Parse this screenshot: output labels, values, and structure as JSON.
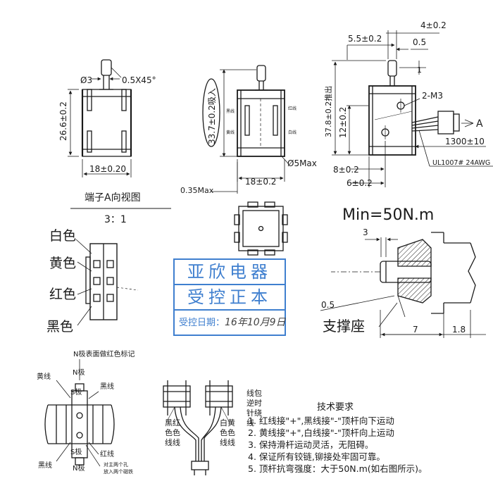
{
  "dims": {
    "d1_dia": "Ø3",
    "d1_chamfer": "0.5X45°",
    "d1_height": "26.6±0.2",
    "d1_width": "18±0.20",
    "d2_stroke": "33.7±0.2吸入",
    "d2_width": "18±0.2",
    "d2_dia": "Ø5Max",
    "d2_offset": "0.35Max",
    "d3_4": "4±0.2",
    "d3_55": "5.5±0.2",
    "d3_05": "0.5",
    "d3_1": "1",
    "d3_m3": "2-M3",
    "d3_378": "37.8±0.2推出",
    "d3_12": "12±0.2",
    "d3_8": "8±0.2",
    "d3_6": "6±0.2",
    "d3_lead": "1300±10",
    "d3_wire": "UL1007# 24AWG",
    "d3_a": "A",
    "force_3": "3",
    "force_05": "0.5",
    "force_7": "7",
    "force_18": "1.8"
  },
  "labels": {
    "view_title": "端子A向视图",
    "view_scale": "3：1",
    "force_title": "Min=50N.m",
    "support": "支撑座",
    "white": "白色",
    "yellow": "黄色",
    "red": "红色",
    "black": "黑色",
    "n_mark": "N极表面做红色标记",
    "yellow_wire": "黄线",
    "black_wire": "黑线",
    "red_wire": "红线",
    "black_wire2": "黑线",
    "n_pole": "N极",
    "s_pole": "S极",
    "s_pole2": "S极",
    "n_pole2": "N极",
    "mag_note_1": "对主两个孔",
    "mag_note_2": "放入两个磁铁",
    "red_black_wire": "黑红色色线线",
    "white_yellow_wire": "白黄色色线线",
    "coil_dir": "线包逆时针绕线",
    "small_red": "红线",
    "small_black": "黑线",
    "small_yellow": "黄线",
    "small_white": "白线"
  },
  "stamp": {
    "line1": "亚欣电器",
    "line2": "受控正本",
    "date_label": "受控日期：",
    "date_value": "16年10月9日"
  },
  "notes": {
    "title": "技术要求",
    "items": [
      "1. 红线接\"+\",黑线接\"-\"顶杆向下运动",
      "2. 黄线接\"+\",白线接\"-\"顶杆向上运动",
      "3. 保持滑杆运动灵活，无阻碍。",
      "4. 保证所有铰链,铆接处牢固可靠。",
      "5. 顶杆抗弯强度：大于50N.m(如右图所示)。"
    ]
  }
}
